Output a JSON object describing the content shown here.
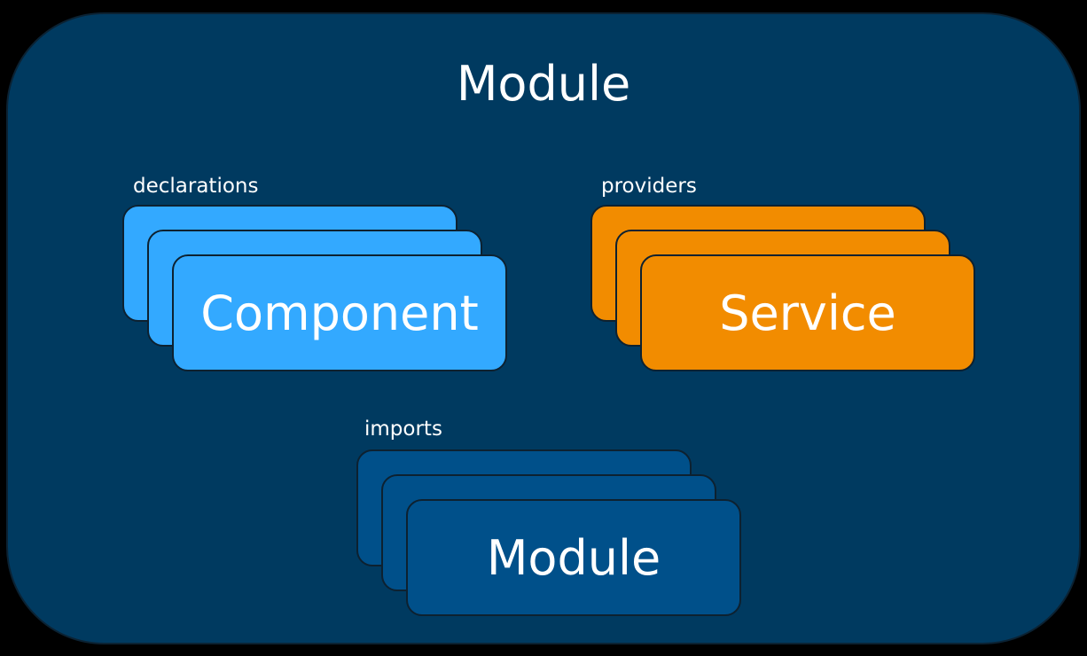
{
  "diagram": {
    "title": "Module",
    "groups": {
      "declarations": {
        "label": "declarations",
        "item": "Component",
        "color": "#33a9ff"
      },
      "providers": {
        "label": "providers",
        "item": "Service",
        "color": "#f28c00"
      },
      "imports": {
        "label": "imports",
        "item": "Module",
        "color": "#00508a"
      }
    },
    "background_color": "#003a60"
  }
}
